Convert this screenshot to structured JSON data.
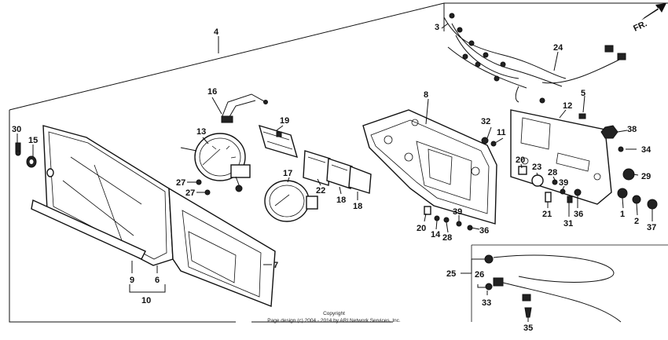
{
  "fr_badge": "FR.",
  "copyright": {
    "line1": "Copyright",
    "line2": "Page design (c) 2004 - 2014 by ARI Network Services, Inc."
  },
  "callouts": {
    "c1": "1",
    "c2": "2",
    "c3": "3",
    "c4": "4",
    "c5": "5",
    "c6": "6",
    "c7": "7",
    "c8": "8",
    "c9": "9",
    "c10": "10",
    "c11": "11",
    "c12": "12",
    "c13": "13",
    "c14": "14",
    "c15": "15",
    "c16": "16",
    "c17": "17",
    "c18a": "18",
    "c18b": "18",
    "c19": "19",
    "c20a": "20",
    "c20b": "20",
    "c21": "21",
    "c22": "22",
    "c23": "23",
    "c24": "24",
    "c25": "25",
    "c26": "26",
    "c27a": "27",
    "c27b": "27",
    "c28a": "28",
    "c28b": "28",
    "c29": "29",
    "c30": "30",
    "c31": "31",
    "c32": "32",
    "c33": "33",
    "c34": "34",
    "c35": "35",
    "c36a": "36",
    "c36b": "36",
    "c37": "37",
    "c38": "38",
    "c39a": "39",
    "c39b": "39"
  }
}
